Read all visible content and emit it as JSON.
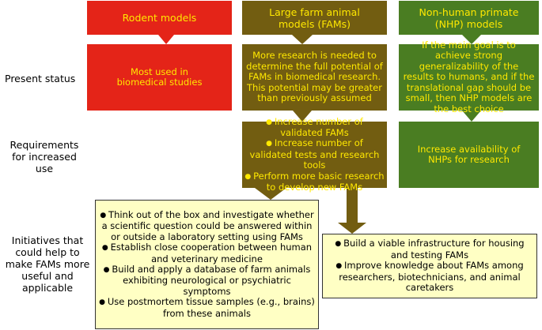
{
  "columns": {
    "rodent": "Rodent models",
    "fam": "Large farm animal models (FAMs)",
    "nhp": "Non-human primate (NHP) models"
  },
  "row_labels": {
    "present_status": "Present status",
    "requirements": "Requirements for increased use",
    "initiatives": "Initiatives that could help to make FAMs more useful and applicable"
  },
  "present_status": {
    "rodent": "Most used in biomedical studies",
    "fam": "More research is needed to determine the full potential of FAMs in biomedical research. This potential may be greater than previously assumed",
    "nhp": "If the main goal is to achieve strong generalizability of the results to humans, and if the translational gap should be small, then NHP models are the best choice"
  },
  "requirements": {
    "fam": [
      "Increase number of validated FAMs",
      "Increase number of validated tests and research tools",
      "Perform more basic research to develop new FAMs"
    ],
    "nhp": "Increase availability of NHPs for research"
  },
  "initiatives": {
    "left": [
      "Think out of the box and investigate whether a scientific question could be answered within or outside a laboratory setting using FAMs",
      "Establish close cooperation between human and veterinary medicine",
      "Build and apply a database of farm animals exhibiting neurological or psychiatric symptoms",
      "Use postmortem tissue samples (e.g., brains) from these animals"
    ],
    "right": [
      "Build a viable infrastructure for housing and testing FAMs",
      "Improve knowledge about FAMs among researchers, biotechnicians, and animal caretakers"
    ]
  },
  "colors": {
    "rodent": "#e42418",
    "fam": "#725d11",
    "nhp": "#4a7d22",
    "initiative_fill": "#ffffc4",
    "text_on_color": "#ffe800"
  }
}
